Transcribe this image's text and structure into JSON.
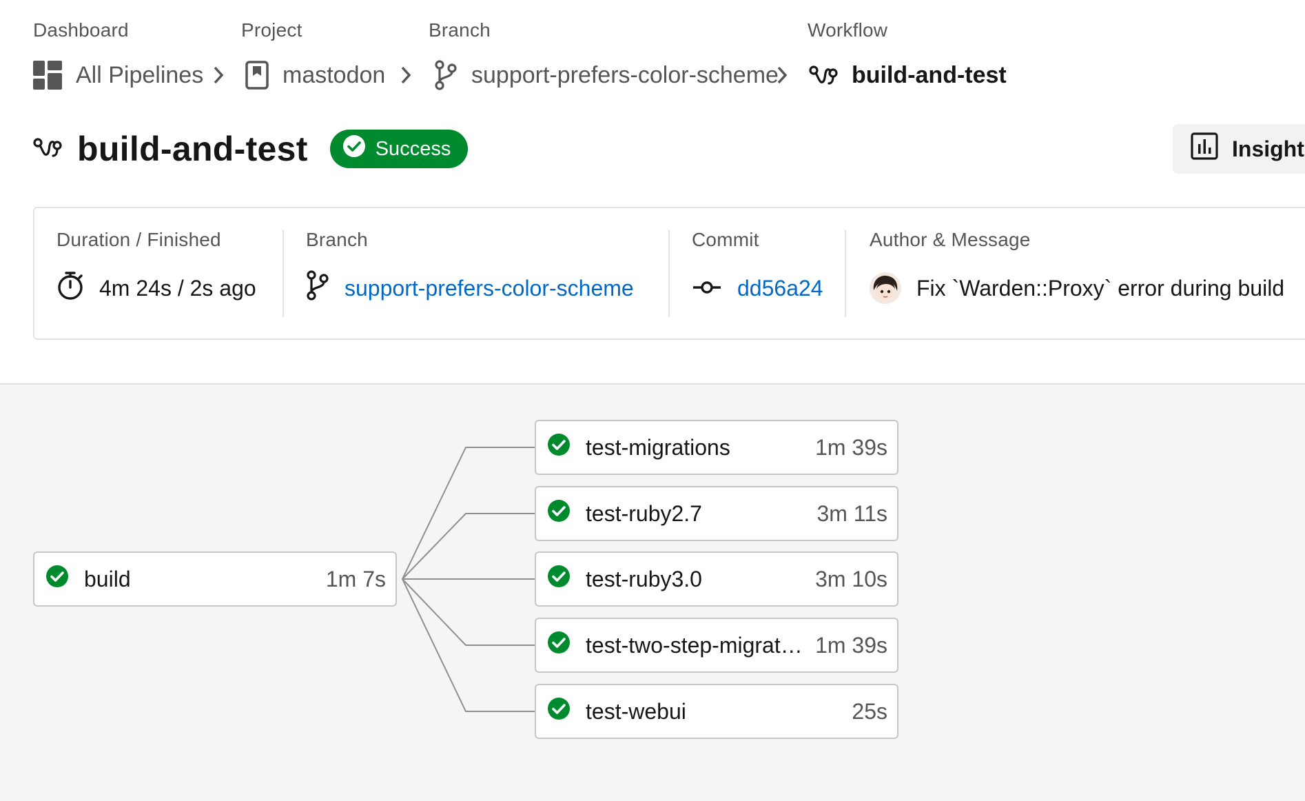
{
  "breadcrumb": {
    "labels": [
      "Dashboard",
      "Project",
      "Branch",
      "Workflow"
    ],
    "items": [
      {
        "label": "All Pipelines",
        "icon": "dashboard-grid-icon"
      },
      {
        "label": "mastodon",
        "icon": "project-bookmark-icon"
      },
      {
        "label": "support-prefers-color-scheme",
        "icon": "git-branch-icon"
      },
      {
        "label": "build-and-test",
        "icon": "workflow-icon"
      }
    ]
  },
  "header": {
    "title": "build-and-test",
    "status": "Success",
    "insights_label": "Insights"
  },
  "details": {
    "duration": {
      "label": "Duration / Finished",
      "value": "4m 24s / 2s ago"
    },
    "branch": {
      "label": "Branch",
      "value": "support-prefers-color-scheme"
    },
    "commit": {
      "label": "Commit",
      "value": "dd56a24"
    },
    "author": {
      "label": "Author & Message",
      "message": "Fix `Warden::Proxy` error during build"
    }
  },
  "pipeline": {
    "root": {
      "name": "build",
      "duration": "1m 7s",
      "status": "success"
    },
    "children": [
      {
        "name": "test-migrations",
        "duration": "1m 39s",
        "status": "success"
      },
      {
        "name": "test-ruby2.7",
        "duration": "3m 11s",
        "status": "success"
      },
      {
        "name": "test-ruby3.0",
        "duration": "3m 10s",
        "status": "success"
      },
      {
        "name": "test-two-step-migrati…",
        "duration": "1m 39s",
        "status": "success"
      },
      {
        "name": "test-webui",
        "duration": "25s",
        "status": "success"
      }
    ]
  },
  "colors": {
    "success": "#008a2e",
    "link": "#0068c9",
    "canvas_bg": "#f5f5f5"
  }
}
